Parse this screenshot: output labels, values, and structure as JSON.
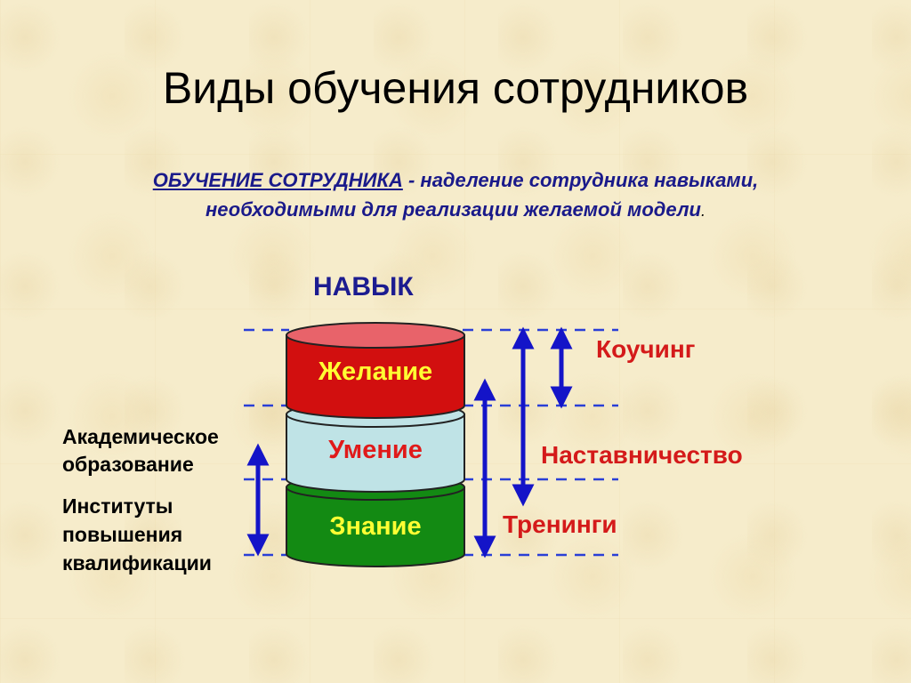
{
  "slide": {
    "title": "Виды обучения сотрудников"
  },
  "definition": {
    "term": "ОБУЧЕНИЕ СОТРУДНИКА",
    "line1_rest": " - наделение сотрудника навыками,",
    "line2": "необходимыми для реализации желаемой модели",
    "dot": "."
  },
  "diagram": {
    "header": "НАВЫК",
    "layers": [
      {
        "label": "Желание",
        "color": "#d20f0f",
        "top_color": "#e8636a",
        "text_color": "#ffff33"
      },
      {
        "label": "Умение",
        "color": "#bfe3e6",
        "text_color": "#e01a1a"
      },
      {
        "label": "Знание",
        "color": "#138a13",
        "text_color": "#ffff33"
      }
    ],
    "right_labels": {
      "coaching": "Коучинг",
      "mentoring": "Наставничество",
      "trainings": "Тренинги"
    },
    "left_labels": {
      "academic_line1": "Академическое",
      "academic_line2": "образование",
      "institutes_line1": "Институты",
      "institutes_line2": "повышения",
      "institutes_line3": "квалификации"
    },
    "colors": {
      "arrow": "#1414c8",
      "dashed_line": "#2a3fd6",
      "header": "#1c1c90",
      "right_label": "#d41a1a"
    }
  }
}
